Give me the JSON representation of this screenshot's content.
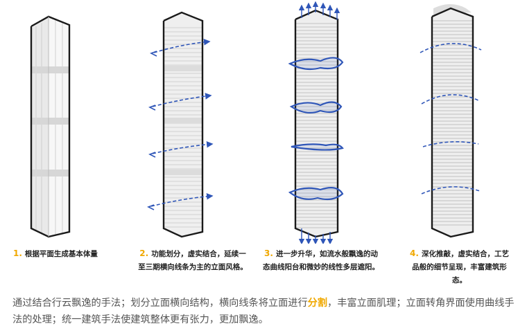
{
  "captions": [
    {
      "num": "1.",
      "line1": "根据平面生成基本体量",
      "line2": ""
    },
    {
      "num": "2.",
      "line1": "功能划分，虚实结合，延续一",
      "line2": "至三期横向线条为主的立面风格。"
    },
    {
      "num": "3.",
      "line1": "进一步升华，如流水般飘逸的动",
      "line2": "态曲线阳台和微妙的线性多层遮阳。"
    },
    {
      "num": "4.",
      "line1": "深化推敲，虚实结合，工艺",
      "line2": "品般的细节呈现，丰富建筑形",
      "line3": "态。"
    }
  ],
  "description": {
    "part1": "通过结合行云飘逸的手法；划分立面横向结构，横向线条将立面进行",
    "highlight": "分割",
    "part2": "，丰富立面肌理；立面转角界面使用曲线手法的处理；统一建筑手法使建筑整体更有张力，更加飘逸。"
  },
  "colors": {
    "accent": "#f0a800",
    "arrow": "#2f56b8",
    "outline": "#1a1a1a"
  }
}
